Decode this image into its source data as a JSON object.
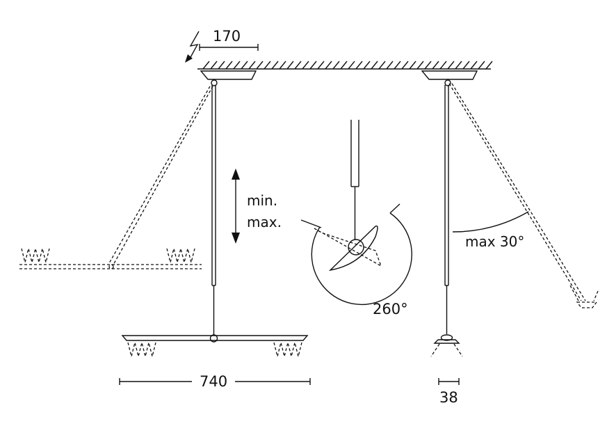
{
  "labels": {
    "ceiling_offset": "170",
    "height_range_min": "min.",
    "height_range_max": "max.",
    "rotation": "260°",
    "tilt": "max 30°",
    "luminaire_width": "740",
    "spot_diameter": "38"
  },
  "icons": [
    "electric-feed-icon",
    "double-arrow-icon"
  ]
}
